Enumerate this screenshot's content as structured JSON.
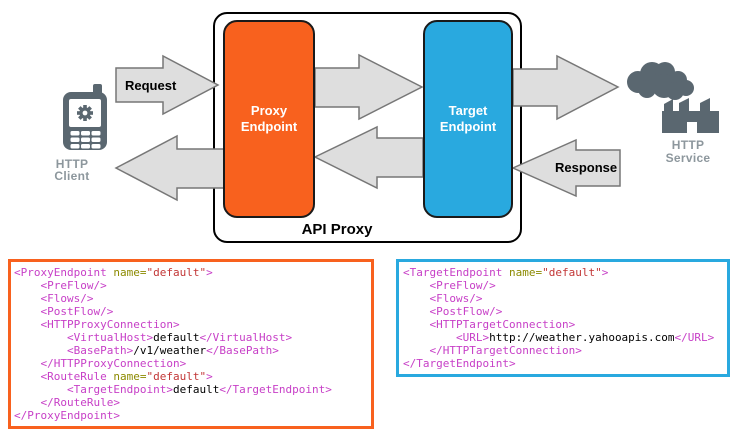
{
  "colors": {
    "orange": "#F8611E",
    "blue": "#29A9DF",
    "slate": "#5A6770",
    "label-gray": "#8D979D",
    "arrow-fill": "#DEDEDE",
    "arrow-stroke": "#777777",
    "code-tag": "#C73FC7",
    "code-attr": "#8C8A00",
    "code-val": "#C23636",
    "code-plain": "#000000"
  },
  "diagram": {
    "api_proxy_label": "API Proxy",
    "request_label": "Request",
    "response_label": "Response",
    "proxy_endpoint": {
      "line1": "Proxy",
      "line2": "Endpoint"
    },
    "target_endpoint": {
      "line1": "Target",
      "line2": "Endpoint"
    },
    "http_client": {
      "line1": "HTTP",
      "line2": "Client"
    },
    "http_service": {
      "line1": "HTTP",
      "line2": "Service"
    }
  },
  "code_blocks": {
    "proxy": {
      "lines": [
        [
          {
            "k": "tag",
            "t": "<ProxyEndpoint"
          },
          {
            "k": "plain",
            "t": " "
          },
          {
            "k": "attr",
            "t": "name="
          },
          {
            "k": "val",
            "t": "\"default\""
          },
          {
            "k": "tag",
            "t": ">"
          }
        ],
        [
          {
            "k": "plain",
            "t": "    "
          },
          {
            "k": "tag",
            "t": "<PreFlow/>"
          }
        ],
        [
          {
            "k": "plain",
            "t": "    "
          },
          {
            "k": "tag",
            "t": "<Flows/>"
          }
        ],
        [
          {
            "k": "plain",
            "t": "    "
          },
          {
            "k": "tag",
            "t": "<PostFlow/>"
          }
        ],
        [
          {
            "k": "plain",
            "t": "    "
          },
          {
            "k": "tag",
            "t": "<HTTPProxyConnection>"
          }
        ],
        [
          {
            "k": "plain",
            "t": "        "
          },
          {
            "k": "tag",
            "t": "<VirtualHost>"
          },
          {
            "k": "plain",
            "t": "default"
          },
          {
            "k": "tag",
            "t": "</VirtualHost>"
          }
        ],
        [
          {
            "k": "plain",
            "t": "        "
          },
          {
            "k": "tag",
            "t": "<BasePath>"
          },
          {
            "k": "plain",
            "t": "/v1/weather"
          },
          {
            "k": "tag",
            "t": "</BasePath>"
          }
        ],
        [
          {
            "k": "plain",
            "t": "    "
          },
          {
            "k": "tag",
            "t": "</HTTPProxyConnection>"
          }
        ],
        [
          {
            "k": "plain",
            "t": "    "
          },
          {
            "k": "tag",
            "t": "<RouteRule"
          },
          {
            "k": "plain",
            "t": " "
          },
          {
            "k": "attr",
            "t": "name="
          },
          {
            "k": "val",
            "t": "\"default\""
          },
          {
            "k": "tag",
            "t": ">"
          }
        ],
        [
          {
            "k": "plain",
            "t": "        "
          },
          {
            "k": "tag",
            "t": "<TargetEndpoint>"
          },
          {
            "k": "plain",
            "t": "default"
          },
          {
            "k": "tag",
            "t": "</TargetEndpoint>"
          }
        ],
        [
          {
            "k": "plain",
            "t": "    "
          },
          {
            "k": "tag",
            "t": "</RouteRule>"
          }
        ],
        [
          {
            "k": "tag",
            "t": "</ProxyEndpoint>"
          }
        ]
      ]
    },
    "target": {
      "lines": [
        [
          {
            "k": "tag",
            "t": "<TargetEndpoint"
          },
          {
            "k": "plain",
            "t": " "
          },
          {
            "k": "attr",
            "t": "name="
          },
          {
            "k": "val",
            "t": "\"default\""
          },
          {
            "k": "tag",
            "t": ">"
          }
        ],
        [
          {
            "k": "plain",
            "t": "    "
          },
          {
            "k": "tag",
            "t": "<PreFlow/>"
          }
        ],
        [
          {
            "k": "plain",
            "t": "    "
          },
          {
            "k": "tag",
            "t": "<Flows/>"
          }
        ],
        [
          {
            "k": "plain",
            "t": "    "
          },
          {
            "k": "tag",
            "t": "<PostFlow/>"
          }
        ],
        [
          {
            "k": "plain",
            "t": "    "
          },
          {
            "k": "tag",
            "t": "<HTTPTargetConnection>"
          }
        ],
        [
          {
            "k": "plain",
            "t": "        "
          },
          {
            "k": "tag",
            "t": "<URL>"
          },
          {
            "k": "plain",
            "t": "http://weather.yahooapis.com"
          },
          {
            "k": "tag",
            "t": "</URL>"
          }
        ],
        [
          {
            "k": "plain",
            "t": "    "
          },
          {
            "k": "tag",
            "t": "</HTTPTargetConnection>"
          }
        ],
        [
          {
            "k": "tag",
            "t": "</TargetEndpoint>"
          }
        ]
      ]
    }
  }
}
